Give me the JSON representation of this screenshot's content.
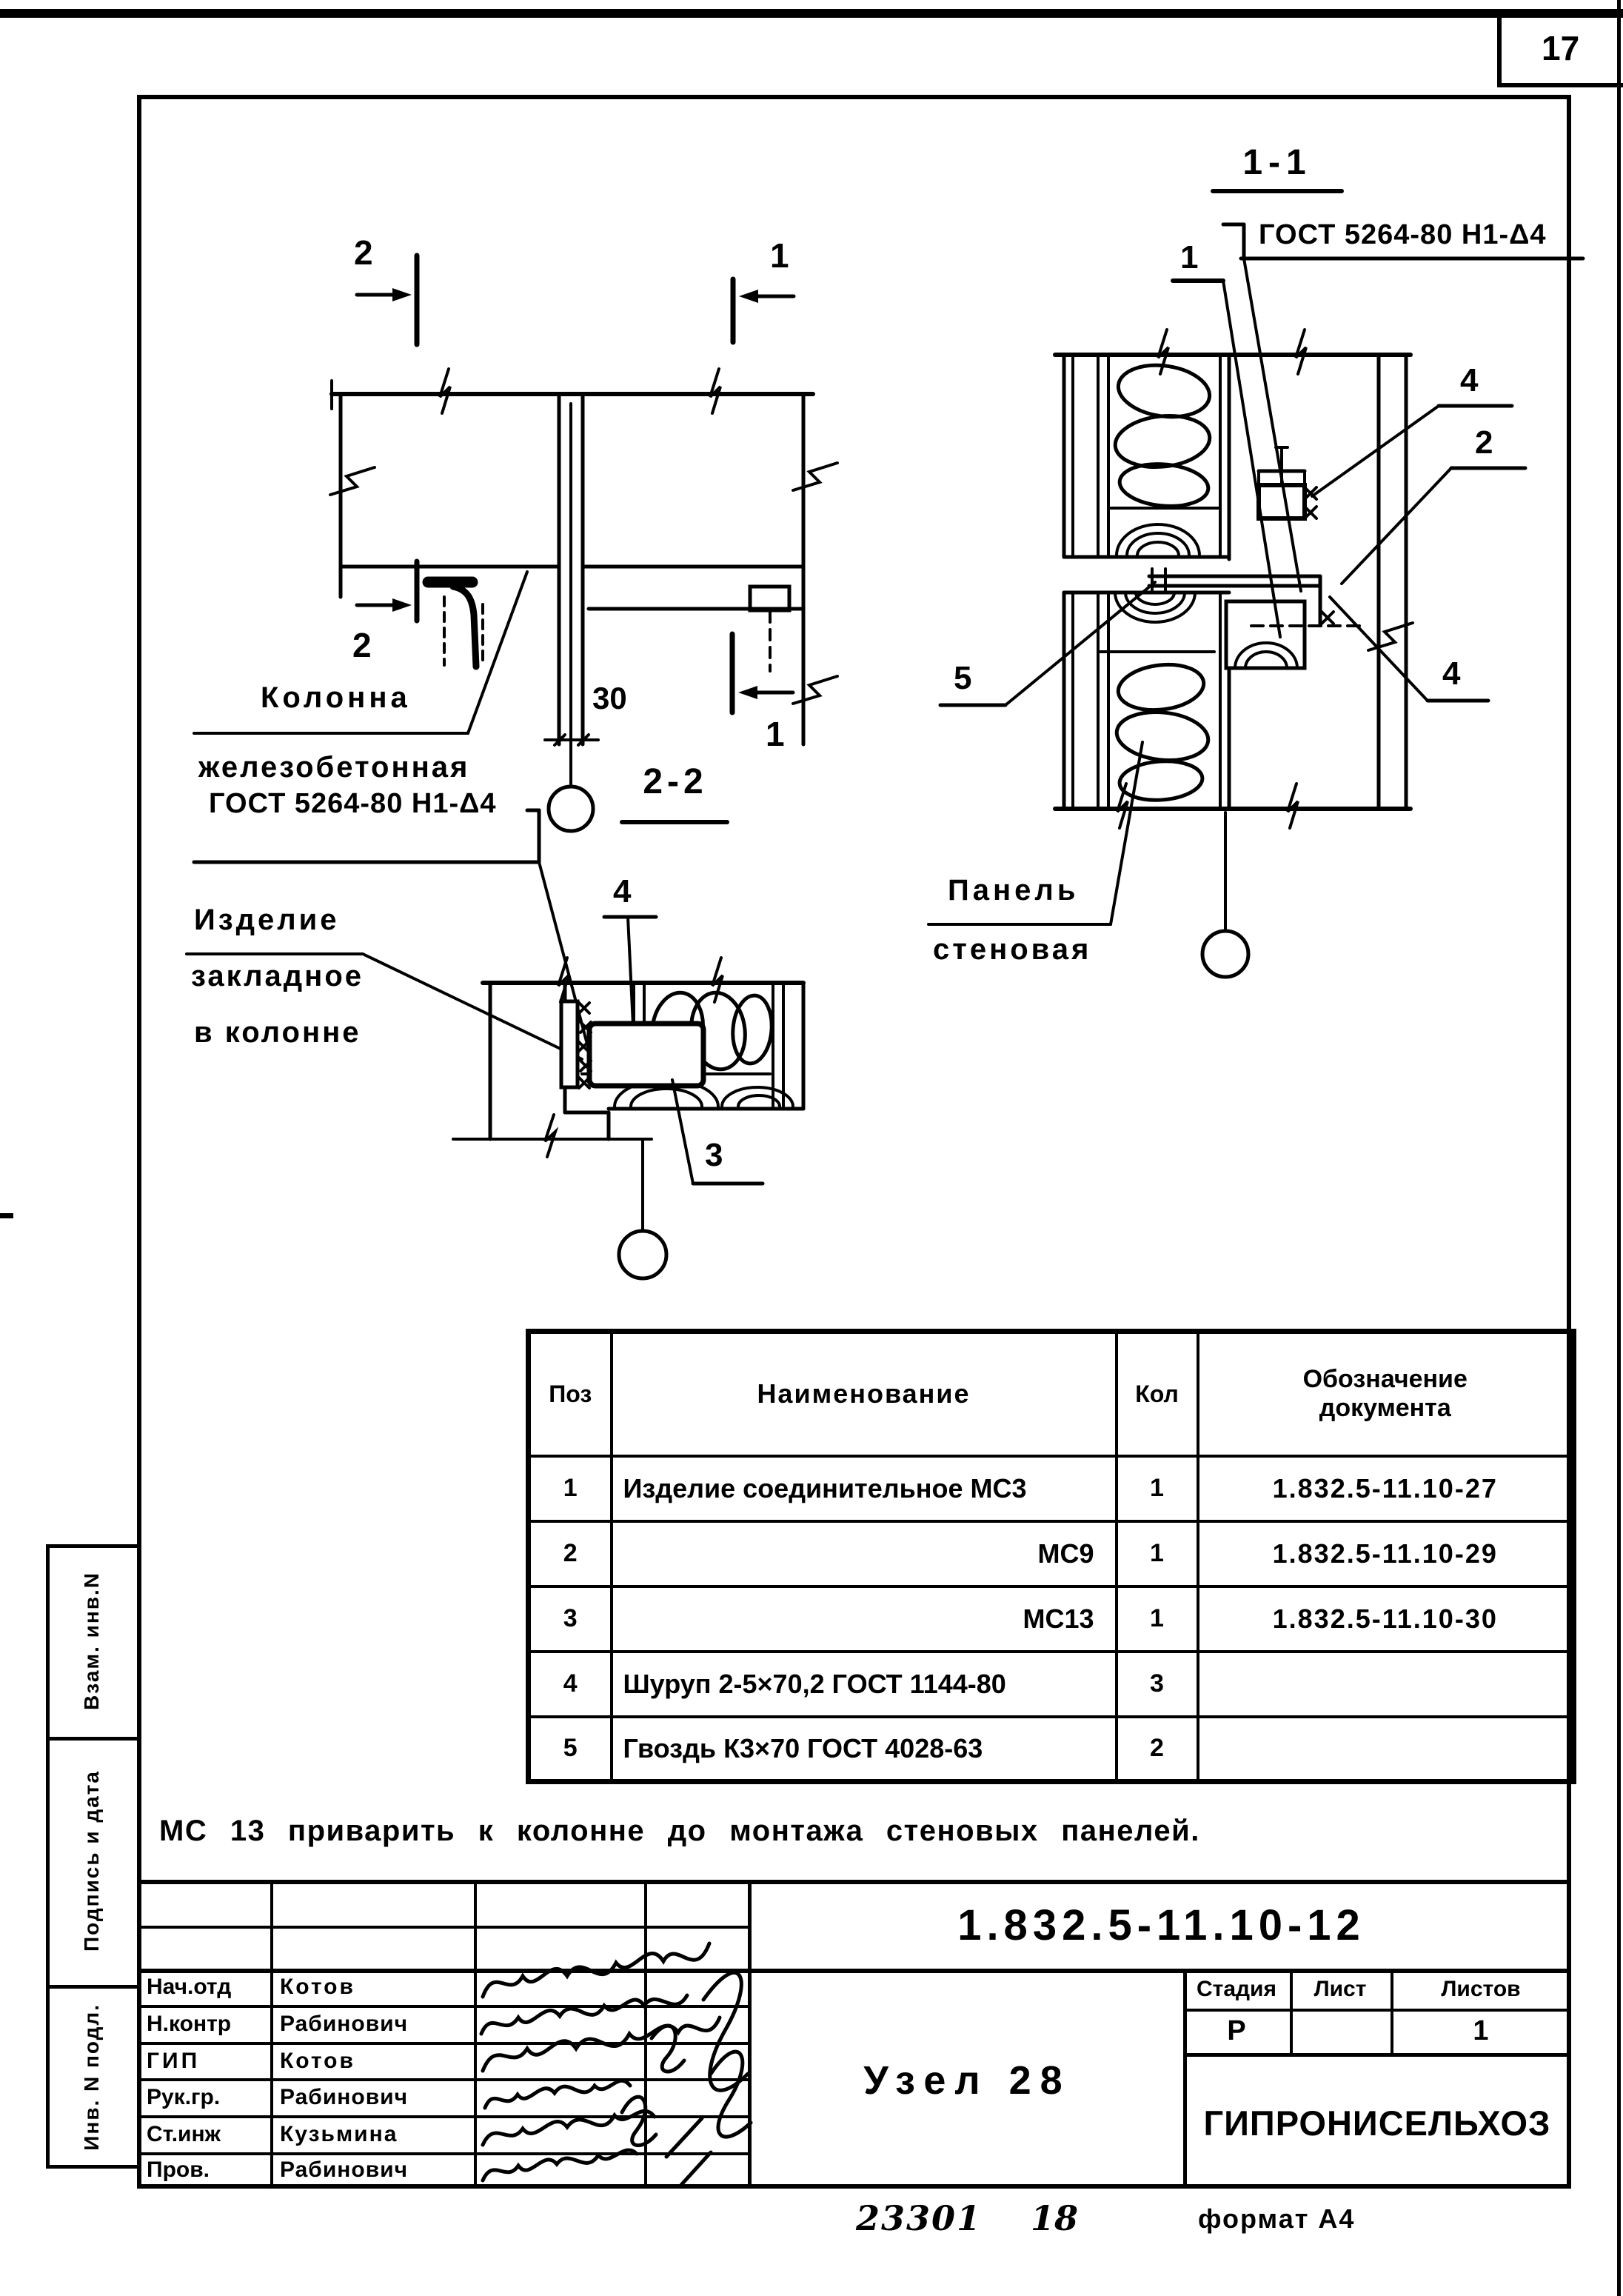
{
  "sheet": {
    "page_number": "17",
    "stamp_code_left": "23301",
    "stamp_code_right": "18",
    "format_note": "формат А4"
  },
  "margin_labels": {
    "top": "Взам. инв.N",
    "middle": "Подпись и дата",
    "bottom": "Инв. N подл."
  },
  "plan_view": {
    "section_mark_2": "2",
    "section_mark_1": "1",
    "column_label_line1": "Колонна",
    "column_label_line2": "железобетонная",
    "gap_dimension": "30"
  },
  "section_1_1": {
    "title": "1-1",
    "weld_note": "ГОСТ 5264-80 Н1-Δ4",
    "callout_1": "1",
    "callout_2": "2",
    "callout_4": "4",
    "callout_5": "5",
    "panel_label_line1": "Панель",
    "panel_label_line2": "стеновая"
  },
  "section_2_2": {
    "title": "2-2",
    "weld_note": "ГОСТ 5264-80 Н1-Δ4",
    "callout_3": "3",
    "callout_4": "4",
    "embed_label_line1": "Изделие",
    "embed_label_line2": "закладное",
    "embed_label_line3": "в колонне"
  },
  "parts_table": {
    "headers": {
      "pos": "Поз",
      "name": "Наименование",
      "qty": "Кол",
      "doc": "Обозначение документа"
    },
    "rows": [
      {
        "pos": "1",
        "name": "Изделие соединительное МС3",
        "qty": "1",
        "doc": "1.832.5-11.10-27"
      },
      {
        "pos": "2",
        "name": "МС9",
        "qty": "1",
        "doc": "1.832.5-11.10-29"
      },
      {
        "pos": "3",
        "name": "МС13",
        "qty": "1",
        "doc": "1.832.5-11.10-30"
      },
      {
        "pos": "4",
        "name": "Шуруп 2-5×70,2 ГОСТ 1144-80",
        "qty": "3",
        "doc": ""
      },
      {
        "pos": "5",
        "name": "Гвоздь К3×70  ГОСТ 4028-63",
        "qty": "2",
        "doc": ""
      }
    ]
  },
  "note": "МС 13 приварить к колонне до монтажа стеновых панелей.",
  "title_block": {
    "document_number": "1.832.5-11.10-12",
    "drawing_title": "Узел 28",
    "stage_label": "Стадия",
    "sheet_label": "Лист",
    "sheets_label": "Листов",
    "stage_value": "Р",
    "sheet_value": "",
    "sheets_value": "1",
    "organization": "ГИПРОНИСЕЛЬХОЗ",
    "signatures": [
      {
        "role": "Нач.отд",
        "name": "Котов"
      },
      {
        "role": "Н.контр",
        "name": "Рабинович"
      },
      {
        "role": "ГИП",
        "name": "Котов"
      },
      {
        "role": "Рук.гр.",
        "name": "Рабинович"
      },
      {
        "role": "Ст.инж",
        "name": "Кузьмина"
      },
      {
        "role": "Пров.",
        "name": "Рабинович"
      }
    ]
  }
}
